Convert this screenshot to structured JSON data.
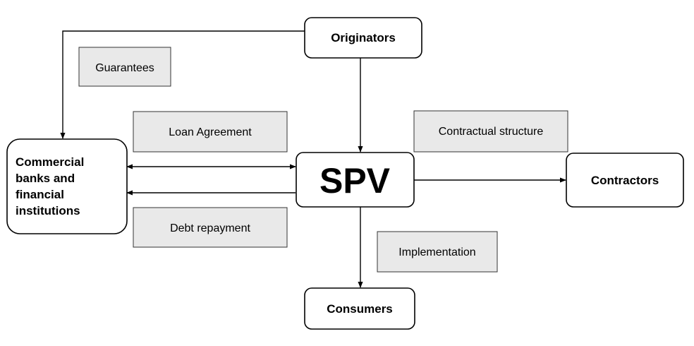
{
  "nodes": {
    "originators": "Originators",
    "banks": [
      "Commercial",
      "banks and",
      "financial",
      "institutions"
    ],
    "spv": "SPV",
    "contractors": "Contractors",
    "consumers": "Consumers"
  },
  "labels": {
    "guarantees": "Guarantees",
    "loan_agreement": "Loan Agreement",
    "debt_repayment": "Debt repayment",
    "contractual_structure": "Contractual structure",
    "implementation": "Implementation"
  }
}
